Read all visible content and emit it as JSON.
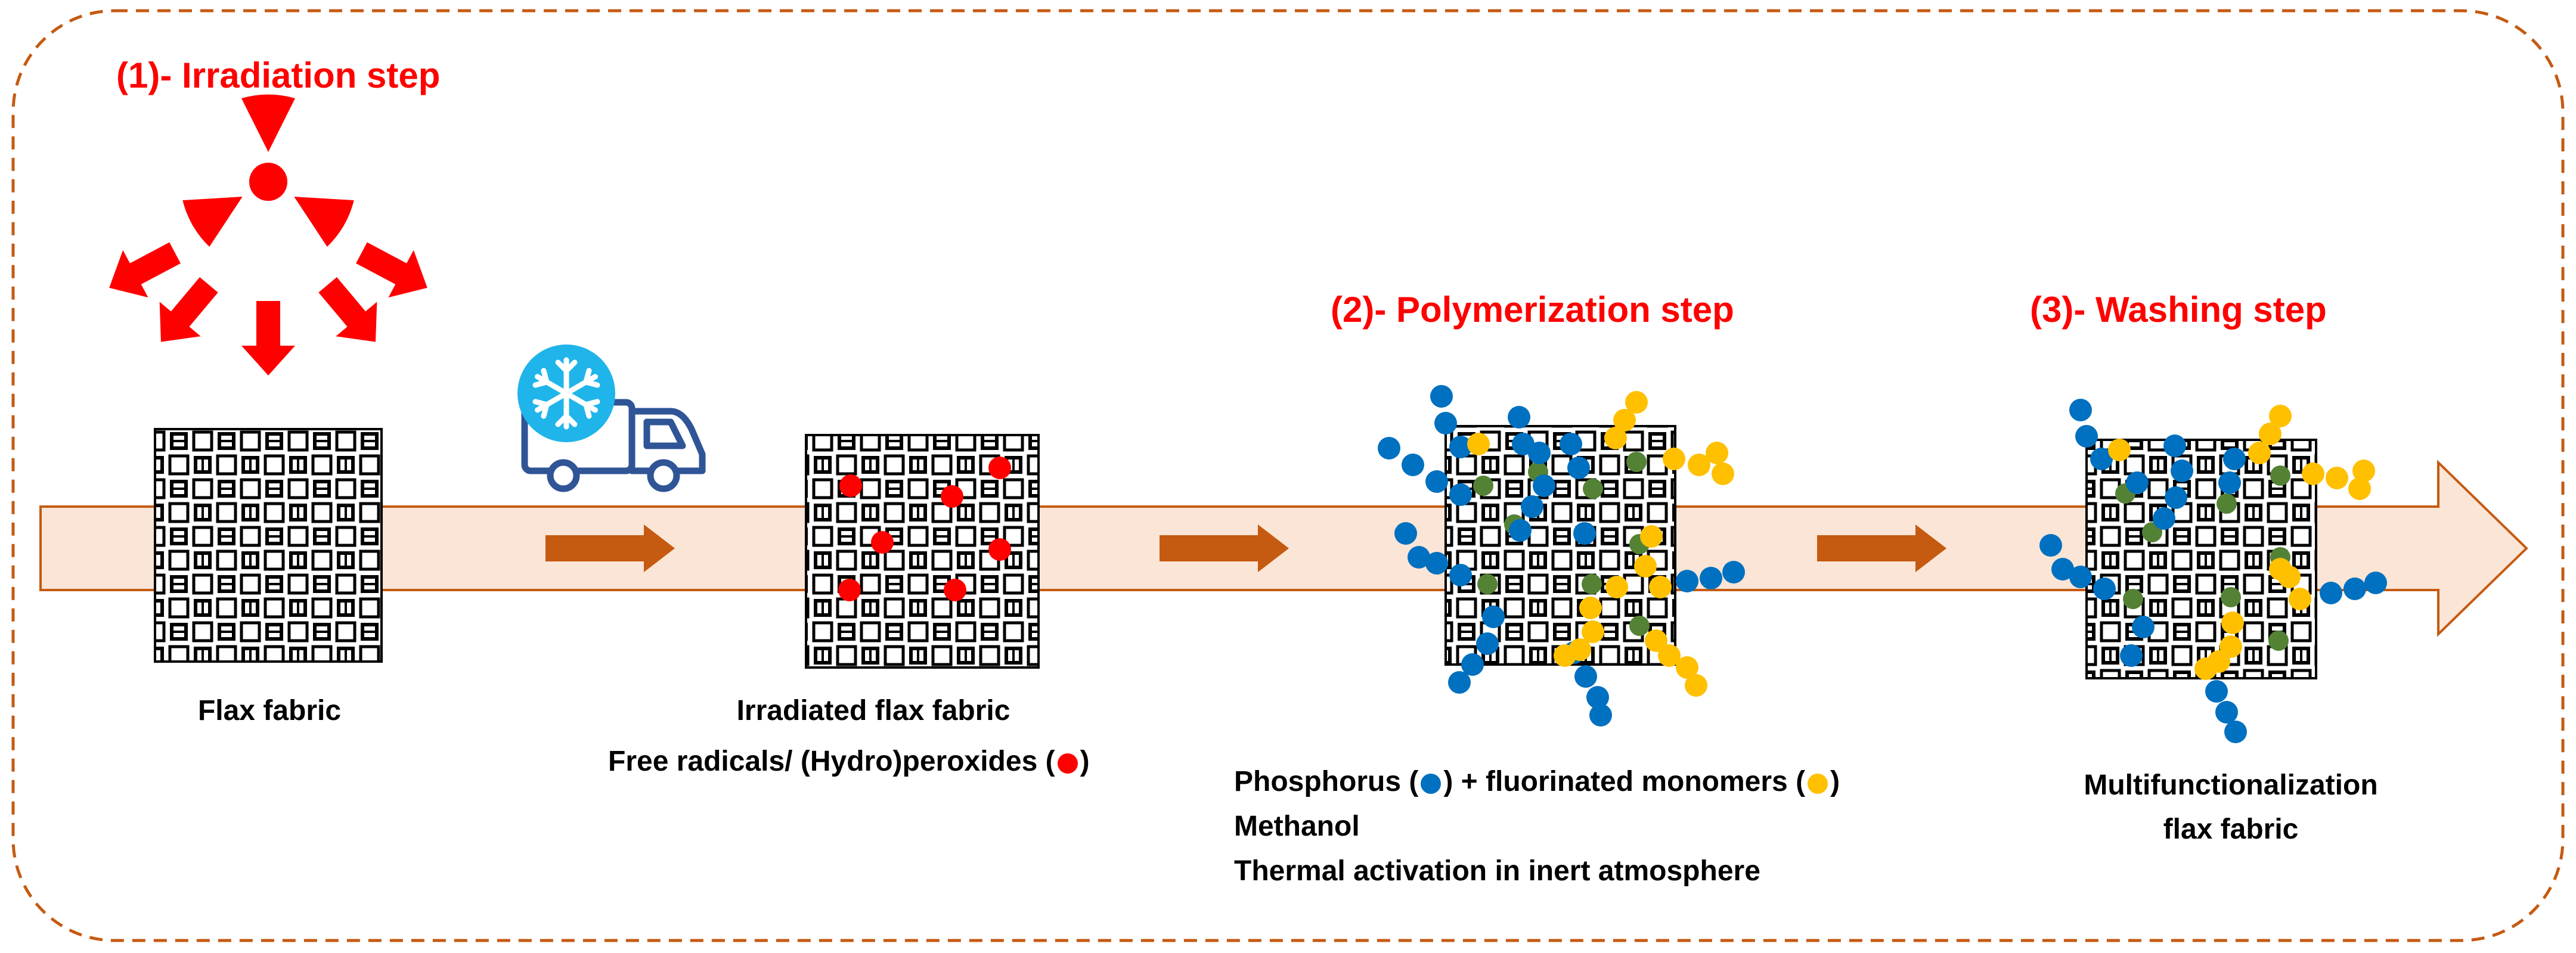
{
  "colors": {
    "border": "#c55a11",
    "band_fill": "#fbe5d6",
    "band_stroke": "#c55a11",
    "arrow": "#c55a11",
    "title_red": "#ff0000",
    "radical_red": "#ff0000",
    "phosphorus_blue": "#0070c0",
    "fluorinated_yellow": "#ffc000",
    "anchor_green": "#548235",
    "truck_blue": "#2f5597",
    "snow_blue": "#1fb5ea"
  },
  "steps": {
    "irradiation": "(1)- Irradiation step",
    "polymerization": "(2)- Polymerization step",
    "washing": "(3)- Washing step"
  },
  "labels": {
    "flax_fabric": "Flax fabric",
    "irradiated_flax_fabric": "Irradiated flax fabric",
    "free_radicals_text": "Free radicals/ (Hydro)peroxides (",
    "free_radicals_close": ")",
    "phosphorus_text": "Phosphorus  (",
    "fluorinated_text": ") + fluorinated monomers (",
    "fluorinated_close": ")",
    "methanol": "Methanol",
    "thermal": "Thermal activation in inert atmosphere",
    "multifunctionalization_line1": "Multifunctionalization",
    "multifunctionalization_line2": "flax fabric"
  },
  "icons": {
    "radiation": "radiation-trefoil-icon",
    "transport": "refrigerated-truck-icon",
    "snowflake": "snowflake-icon"
  }
}
